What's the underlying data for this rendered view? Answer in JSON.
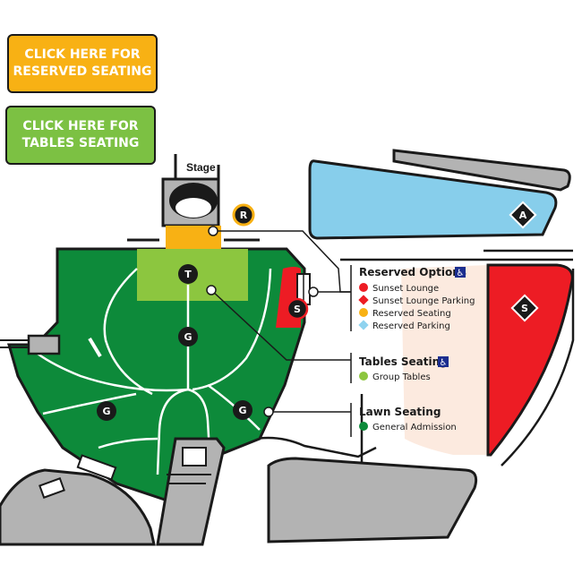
{
  "buttons": {
    "reserved": [
      "CLICK HERE FOR",
      "RESERVED SEATING"
    ],
    "tables": [
      "CLICK HERE FOR",
      "TABLES SEATING"
    ]
  },
  "map": {
    "stage_label": "Stage",
    "markers": {
      "reserved": "R",
      "tables": "T",
      "general": "G",
      "sunset": "S",
      "parking_a": "A"
    }
  },
  "legend": {
    "reserved": {
      "title": "Reserved Options",
      "items": [
        "Sunset Lounge",
        "Sunset Lounge Parking",
        "Reserved Seating",
        "Reserved Parking"
      ]
    },
    "tables": {
      "title": "Tables Seating",
      "items": [
        "Group Tables"
      ]
    },
    "lawn": {
      "title": "Lawn Seating",
      "items": [
        "General Admission"
      ]
    }
  },
  "colors": {
    "lawn_green": "#0d8a3a",
    "tables_green": "#8cc63f",
    "reserved_orange": "#f8b114",
    "sunset_red": "#ed1c24",
    "parking_blue": "#87ceeb",
    "reserved_parking_blue": "#8fd3ef",
    "gray": "#b3b3b3",
    "dark": "#1a1a1a"
  }
}
